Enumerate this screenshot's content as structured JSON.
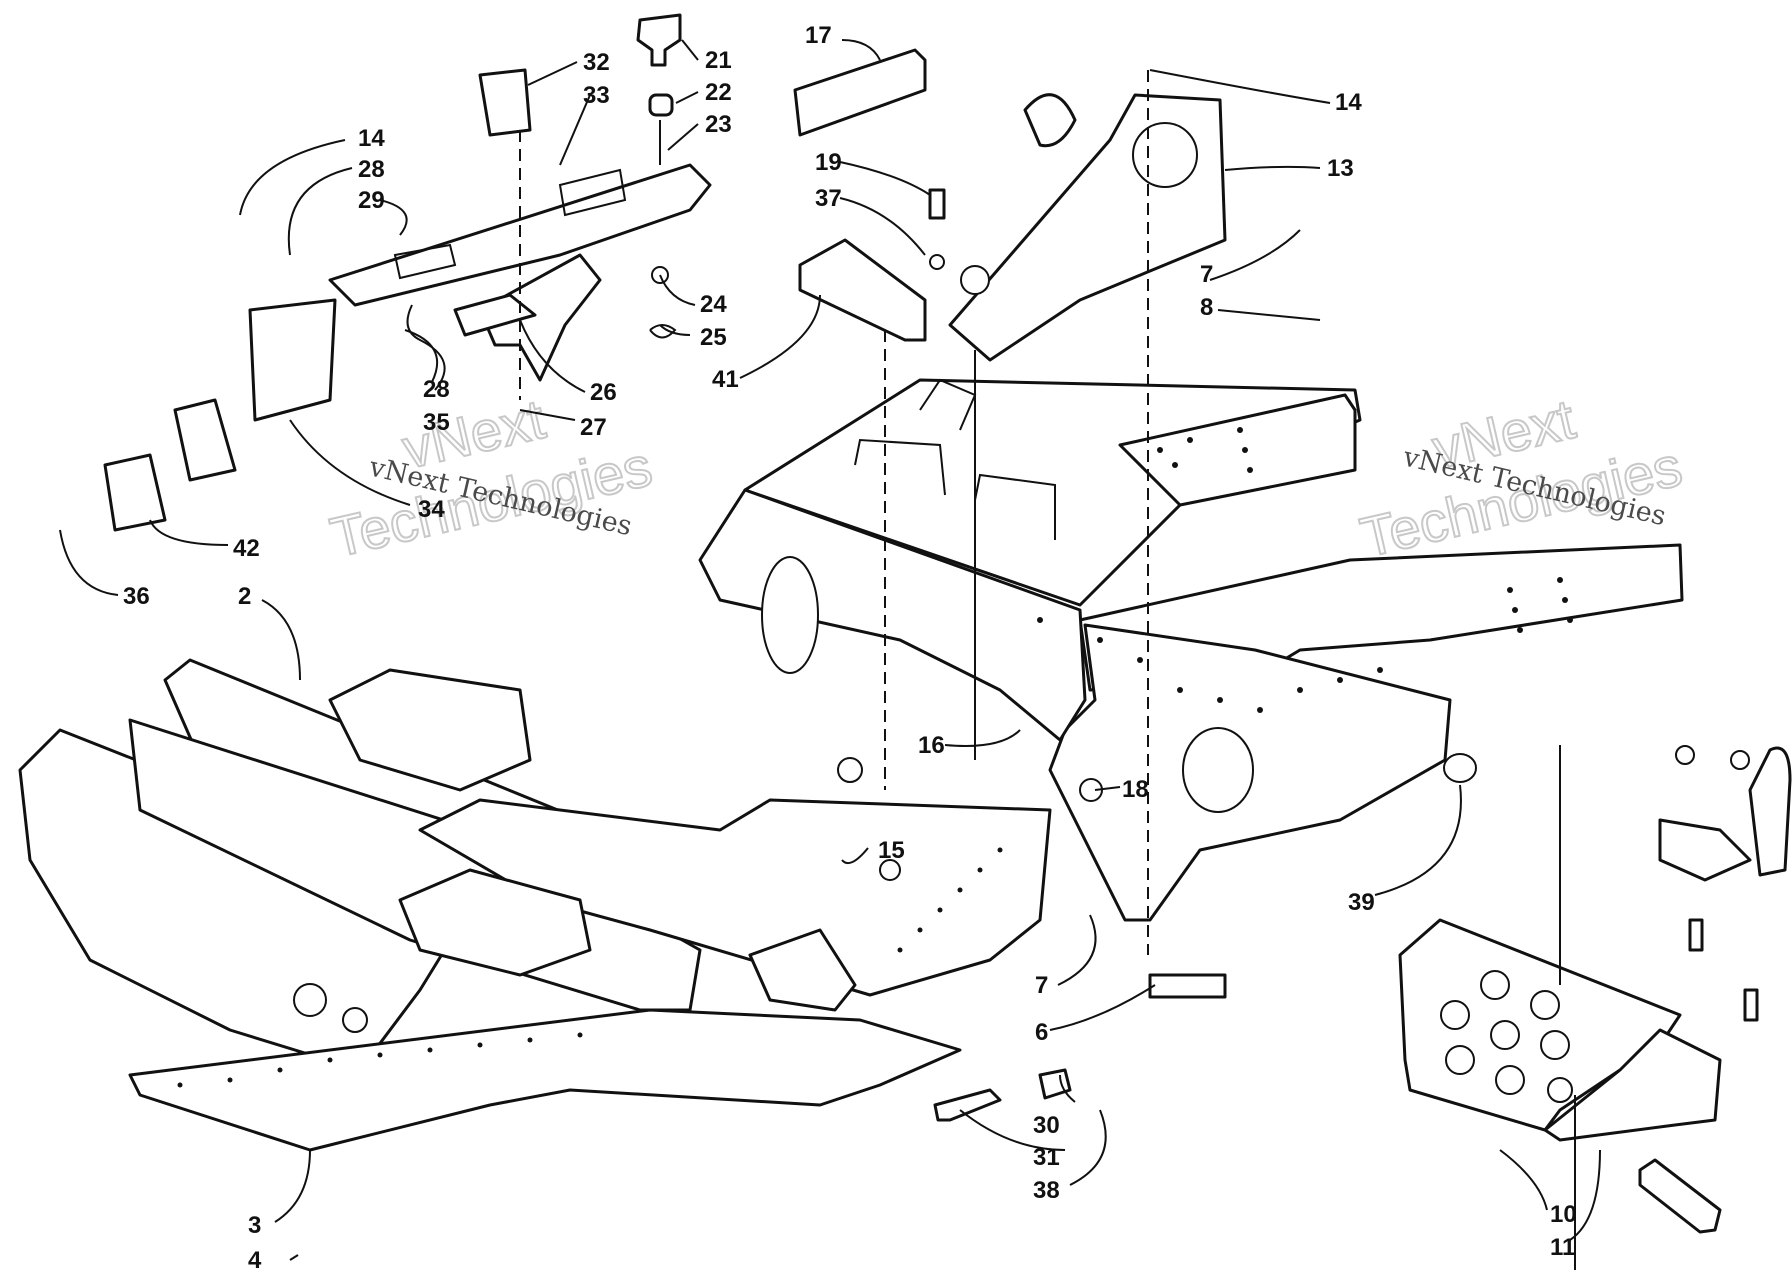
{
  "watermarks": [
    {
      "company": "vNext Technologies",
      "line1": "vNext",
      "line2": "Technologies"
    },
    {
      "company": "vNext Technologies",
      "line1": "vNext",
      "line2": "Technologies"
    }
  ],
  "callouts": [
    "17",
    "21",
    "22",
    "23",
    "32",
    "33",
    "14",
    "13",
    "19",
    "37",
    "28",
    "29",
    "7",
    "8",
    "24",
    "25",
    "26",
    "27",
    "35",
    "41",
    "34",
    "42",
    "36",
    "2",
    "16",
    "18",
    "15",
    "39",
    "6",
    "30",
    "31",
    "38",
    "3",
    "4",
    "10",
    "11"
  ]
}
